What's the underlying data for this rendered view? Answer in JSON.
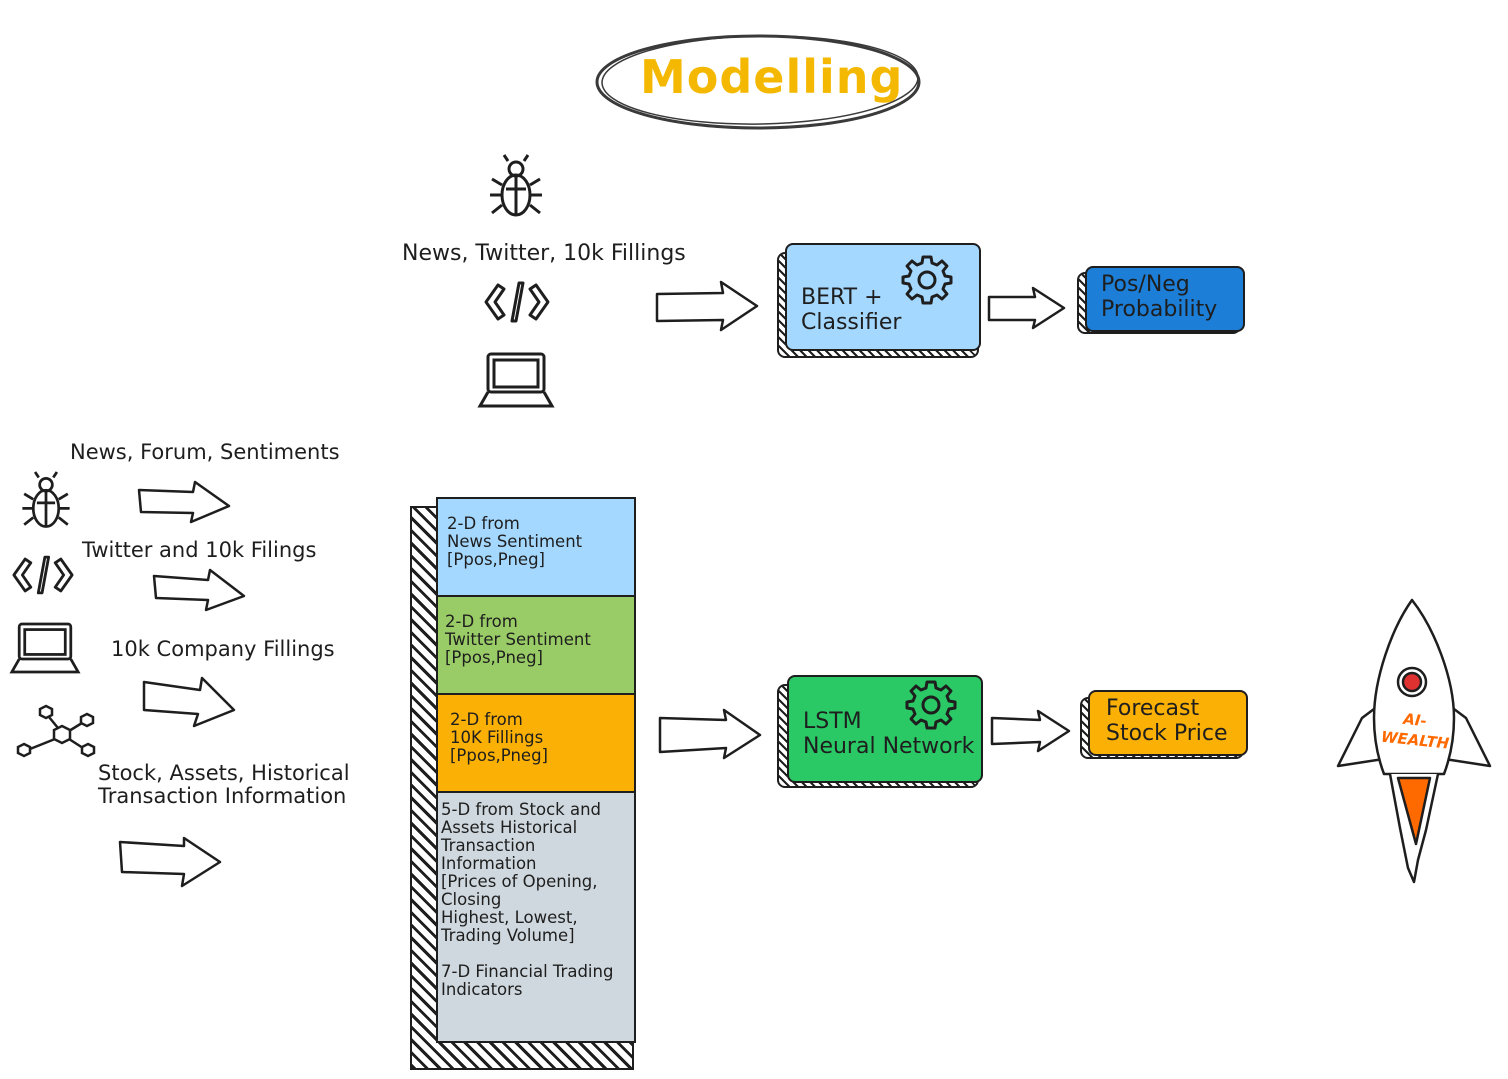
{
  "title": "Modelling",
  "top_section": {
    "source_label": "News, Twitter, 10k Fillings",
    "bert_box": "BERT +\nClassifier",
    "output_box": "Pos/Neg\nProbability"
  },
  "inputs": [
    {
      "label": "News, Forum, Sentiments",
      "icon": "bug-icon"
    },
    {
      "label": "Twitter and 10k Filings",
      "icon": "code-icon"
    },
    {
      "label": "10k Company Fillings",
      "icon": "laptop-icon"
    },
    {
      "label": "Stock, Assets, Historical\nTransaction Information",
      "icon": "network-icon"
    }
  ],
  "feature_stack": [
    {
      "text": "2-D from\nNews Sentiment\n[Ppos,Pneg]",
      "color": "#a5d8ff"
    },
    {
      "text": "2-D from\nTwitter Sentiment\n[Ppos,Pneg]",
      "color": "#99cc66"
    },
    {
      "text": "2-D from\n10K Fillings\n[Ppos,Pneg]",
      "color": "#fab005"
    },
    {
      "text": "5-D from Stock and\nAssets Historical\nTransaction\nInformation\n[Prices of Opening,\nClosing\nHighest, Lowest,\nTrading Volume]\n\n7-D Financial Trading\nIndicators",
      "color": "#cfd8de"
    }
  ],
  "lstm_box": "LSTM\nNeural Network",
  "forecast_box": "Forecast\nStock Price",
  "rocket_text": "AI-\nWEALTH",
  "colors": {
    "title": "#f5b800",
    "bert": "#a5d8ff",
    "output_blue": "#1c7ed6",
    "lstm": "#2bc866",
    "forecast": "#fab005",
    "rocket_accent": "#ff6a00"
  }
}
